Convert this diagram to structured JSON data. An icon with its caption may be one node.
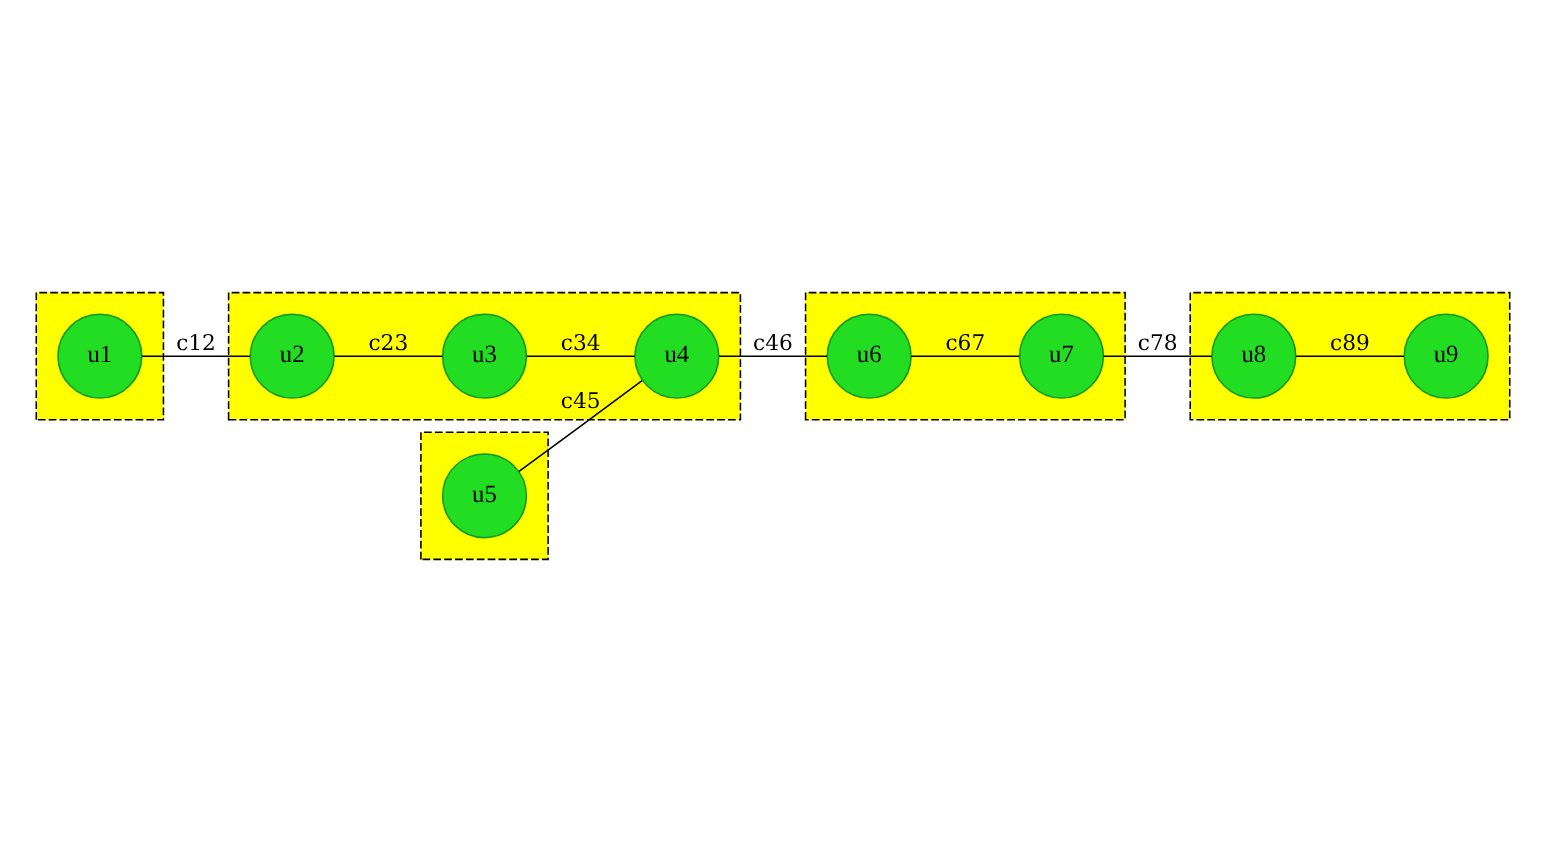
{
  "diagram": {
    "nodes": [
      {
        "text": [],
        "shape": "box"
      },
      {
        "text": [
          "u1"
        ],
        "in": 0
      },
      {
        "text": [],
        "shape": "box"
      },
      {
        "text": [
          "u2"
        ],
        "in": 2
      },
      {
        "text": [
          "u3"
        ],
        "in": 2
      },
      {
        "text": [
          "u4"
        ],
        "in": 2
      },
      {
        "text": [],
        "shape": "box"
      },
      {
        "text": [
          "u5"
        ],
        "in": 6
      },
      {
        "text": [],
        "shape": "box"
      },
      {
        "text": [
          "u6"
        ],
        "in": 8
      },
      {
        "text": [
          "u7"
        ],
        "in": 8
      },
      {
        "text": [],
        "shape": "box"
      },
      {
        "text": [
          "u9"
        ],
        "in": 11
      },
      {
        "text": [
          "u8"
        ],
        "in": 11
      }
    ],
    "edges": [
      {
        "from": 1,
        "to": 3,
        "arrow": "none",
        "label": "c12"
      },
      {
        "from": 3,
        "to": 4,
        "arrow": "none",
        "label": "c23"
      },
      {
        "from": 4,
        "to": 5,
        "arrow": "none",
        "label": "c34"
      },
      {
        "from": 7,
        "to": 5,
        "arrow": "none",
        "label": "c45"
      },
      {
        "from": 5,
        "to": 9,
        "arrow": "none",
        "label": "c46"
      },
      {
        "from": 9,
        "to": 10,
        "arrow": "none",
        "label": "c67"
      },
      {
        "from": 10,
        "to": 13,
        "arrow": "none",
        "label": "c78"
      },
      {
        "from": 13,
        "to": 12,
        "arrow": "none",
        "label": "c89"
      }
    ]
  }
}
